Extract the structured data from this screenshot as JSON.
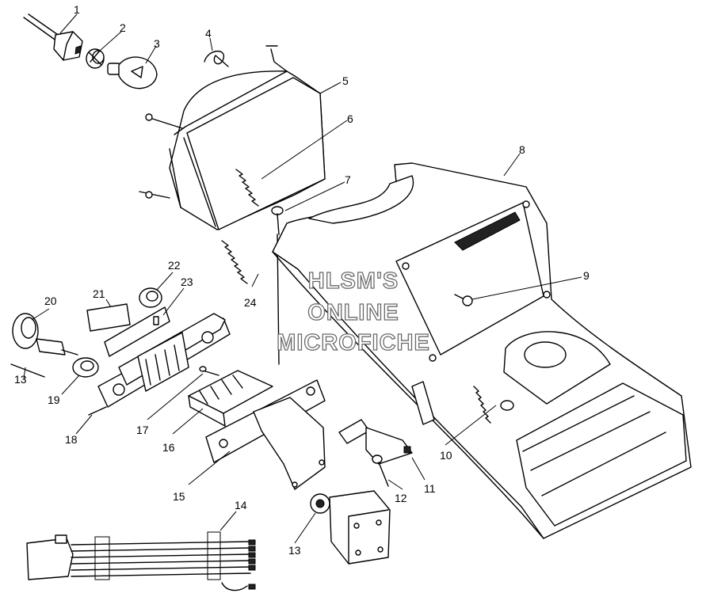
{
  "diagram": {
    "watermark": [
      "HLSM'S",
      "ONLINE",
      "MICROFICHE"
    ],
    "callouts": [
      {
        "id": "c1",
        "label": "1"
      },
      {
        "id": "c2",
        "label": "2"
      },
      {
        "id": "c3",
        "label": "3"
      },
      {
        "id": "c4",
        "label": "4"
      },
      {
        "id": "c5",
        "label": "5"
      },
      {
        "id": "c6",
        "label": "6"
      },
      {
        "id": "c7",
        "label": "7"
      },
      {
        "id": "c8",
        "label": "8"
      },
      {
        "id": "c9",
        "label": "9"
      },
      {
        "id": "c10",
        "label": "10"
      },
      {
        "id": "c11",
        "label": "11"
      },
      {
        "id": "c12",
        "label": "12"
      },
      {
        "id": "c13a",
        "label": "13"
      },
      {
        "id": "c13b",
        "label": "13"
      },
      {
        "id": "c14",
        "label": "14"
      },
      {
        "id": "c15",
        "label": "15"
      },
      {
        "id": "c16",
        "label": "16"
      },
      {
        "id": "c17",
        "label": "17"
      },
      {
        "id": "c18",
        "label": "18"
      },
      {
        "id": "c19",
        "label": "19"
      },
      {
        "id": "c20",
        "label": "20"
      },
      {
        "id": "c21",
        "label": "21"
      },
      {
        "id": "c22",
        "label": "22"
      },
      {
        "id": "c23",
        "label": "23"
      },
      {
        "id": "c24",
        "label": "24"
      }
    ]
  }
}
